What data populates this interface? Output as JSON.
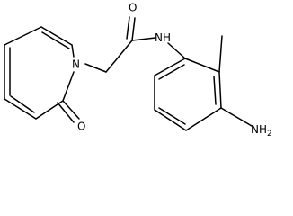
{
  "molecule": {
    "atoms": [
      {
        "id": "o_carbonyl",
        "symbol": "O",
        "label": "O"
      },
      {
        "id": "n_amide",
        "symbol": "N",
        "label": "N",
        "attached_label": "H"
      },
      {
        "id": "n_ring",
        "symbol": "N",
        "label": "N"
      },
      {
        "id": "o_ring",
        "symbol": "O",
        "label": "O"
      },
      {
        "id": "n_amino",
        "symbol": "N",
        "label": "NH",
        "subscript": "2"
      }
    ]
  }
}
